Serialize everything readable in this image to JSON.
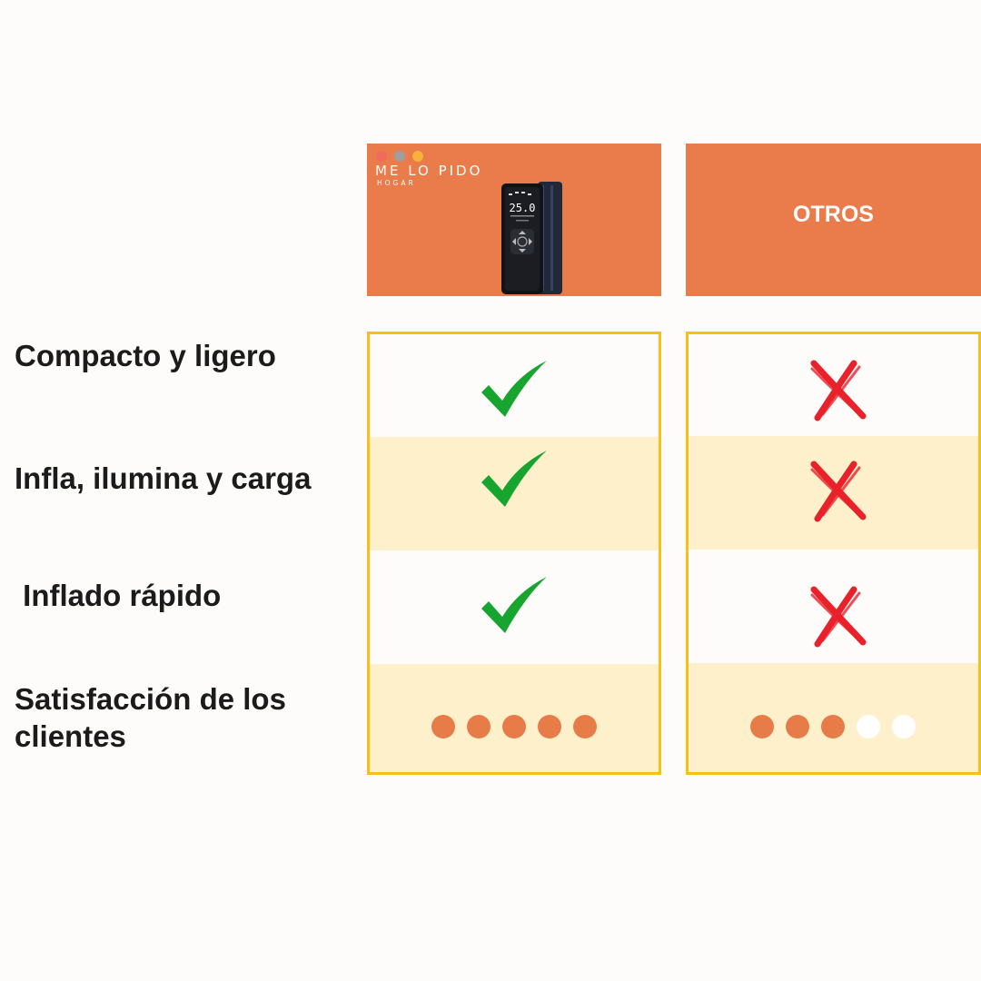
{
  "brand": {
    "name": "ME LO PIDO",
    "subtitle": "HOGAR",
    "logo_dot_colors": [
      "#f06b5c",
      "#9e9e9e",
      "#f7b23a"
    ],
    "product_image": "portable-tire-inflator",
    "display_value": "25.0"
  },
  "others": {
    "title": "OTROS"
  },
  "features": [
    {
      "label": "Compacto y ligero",
      "brand": "check-icon",
      "others": "cross-icon"
    },
    {
      "label": "Infla, ilumina y carga",
      "brand": "check-icon",
      "others": "cross-icon"
    },
    {
      "label": " Inflado rápido",
      "brand": "check-icon",
      "others": "cross-icon"
    },
    {
      "label": "Satisfacción de los clientes",
      "brand_rating": 5,
      "others_rating": 3,
      "rating_max": 5
    }
  ],
  "colors": {
    "header": "#ea7b4a",
    "frame": "#f7c019",
    "row_shade": "#fef0cb",
    "check": "#18a52f",
    "cross": "#e8212a",
    "rating_dot": "#e87c48",
    "rating_empty": "#ffffff"
  }
}
